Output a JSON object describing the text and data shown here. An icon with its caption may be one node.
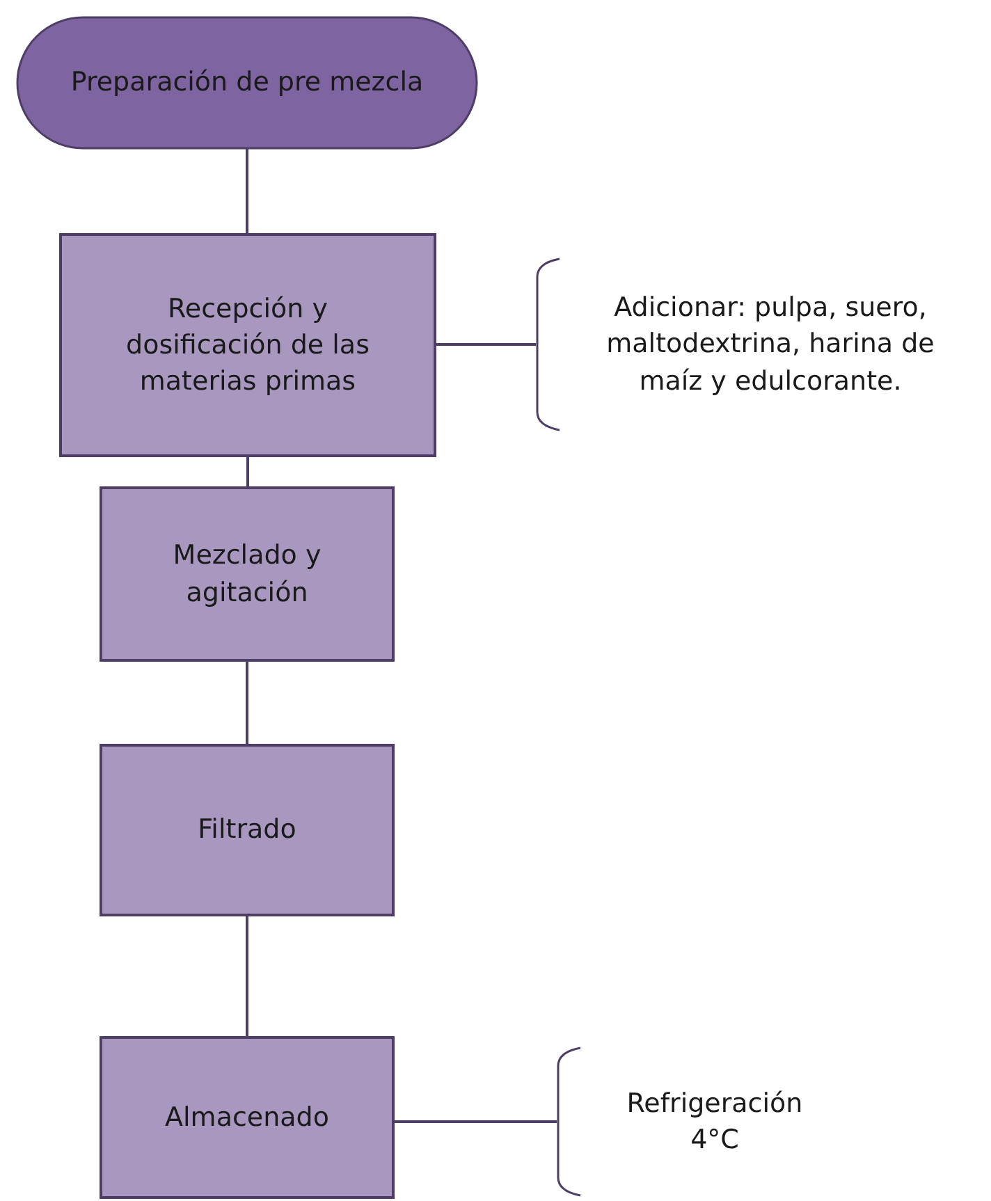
{
  "diagram": {
    "nodes": [
      {
        "text": [
          "Preparación de pre mezcla"
        ]
      },
      {
        "text": [
          "Recepción y dosificación de las materias primas"
        ]
      },
      {
        "text": [
          "Adicionar: pulpa, suero, maltodextrina, harina de maíz y edulcorante."
        ]
      },
      {
        "text": [
          "Mezclado y agitación"
        ]
      },
      {
        "text": [
          "Filtrado"
        ]
      },
      {
        "text": [
          "Almacenado"
        ]
      },
      {
        "text": [
          "Refrigeración 4°C"
        ]
      }
    ],
    "edges": [
      {
        "from": 0,
        "to": 1,
        "arrow": "none"
      },
      {
        "from": 1,
        "to": 2,
        "arrow": "none"
      },
      {
        "from": 1,
        "to": 3,
        "arrow": "none"
      },
      {
        "from": 3,
        "to": 4,
        "arrow": "none"
      },
      {
        "from": 4,
        "to": 5,
        "arrow": "none"
      },
      {
        "from": 5,
        "to": 6,
        "arrow": "none"
      }
    ]
  }
}
